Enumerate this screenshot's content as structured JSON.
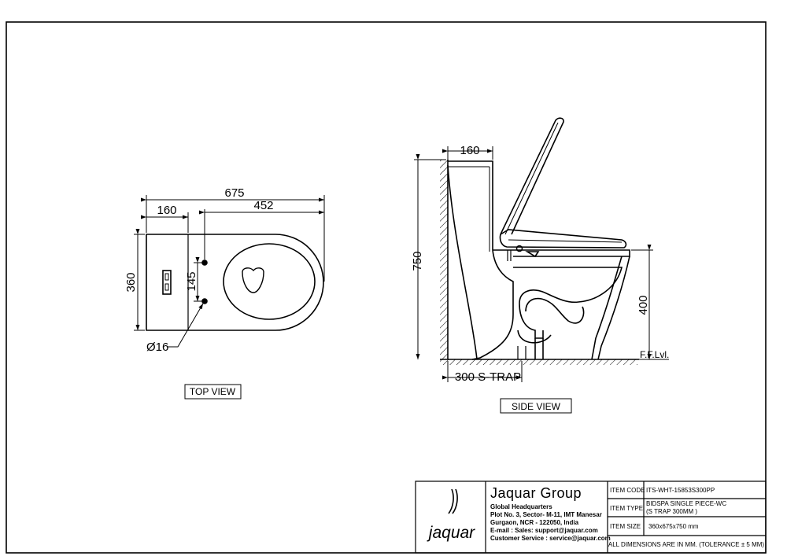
{
  "views": {
    "top": {
      "label": "TOP VIEW",
      "dim_overall_length": "675",
      "dim_cistern_depth": "160",
      "dim_bowl_length": "452",
      "dim_width": "360",
      "dim_fixing_spacing": "145",
      "dim_fixing_hole": "Ø16"
    },
    "side": {
      "label": "SIDE VIEW",
      "dim_cistern_depth": "160",
      "dim_total_height": "750",
      "dim_seat_height": "400",
      "floor_label": "F.F.Lvl.",
      "trap_label": "300 S-TRAP"
    }
  },
  "title_block": {
    "logo_word": "jaquar",
    "company": "Jaquar Group",
    "address_lines": [
      "Global Headquarters",
      "Plot No. 3, Sector- M-11, IMT Manesar",
      "Gurgaon, NCR - 122050, India",
      "E-mail :  Sales: support@jaquar.com",
      "Customer Service :  service@jaquar.com"
    ],
    "item_code_label": "ITEM CODE",
    "item_code_value": "ITS-WHT-15853S300PP",
    "item_type_label": "ITEM TYPE",
    "item_type_value_1": "BIDSPA SINGLE PIECE-WC",
    "item_type_value_2": "(S TRAP 300MM )",
    "item_size_label": "ITEM SIZE",
    "item_size_value": "360x675x750 mm",
    "note": "ALL DIMENSIONS ARE IN MM. (TOLERANCE ± 5 MM)"
  }
}
